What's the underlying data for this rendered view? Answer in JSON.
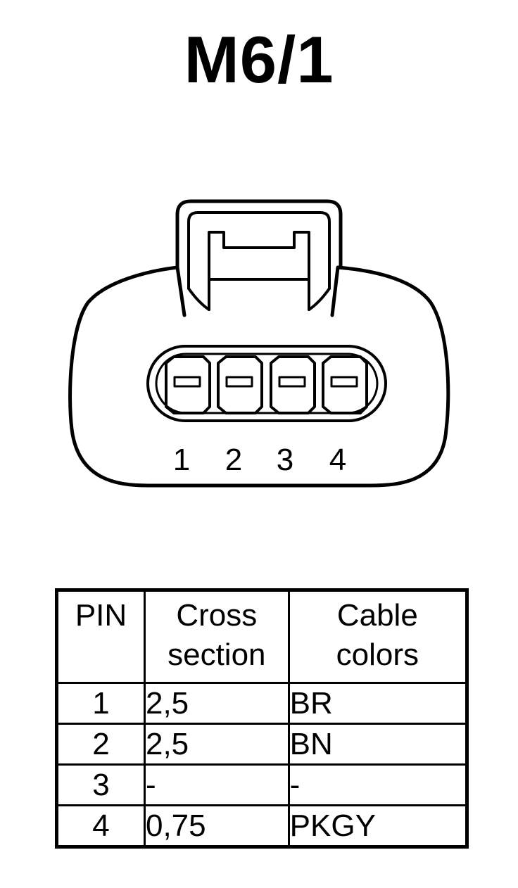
{
  "title": "M6/1",
  "connector": {
    "pin_labels": [
      "1",
      "2",
      "3",
      "4"
    ]
  },
  "table": {
    "headers": {
      "pin": "PIN",
      "cross_section": [
        "Cross",
        "section"
      ],
      "cable_colors": [
        "Cable",
        "colors"
      ]
    },
    "rows": [
      {
        "pin": "1",
        "cross_section": "2,5",
        "color": "BR"
      },
      {
        "pin": "2",
        "cross_section": "2,5",
        "color": "BN"
      },
      {
        "pin": "3",
        "cross_section": "-",
        "color": "-"
      },
      {
        "pin": "4",
        "cross_section": "0,75",
        "color": "PKGY"
      }
    ]
  }
}
